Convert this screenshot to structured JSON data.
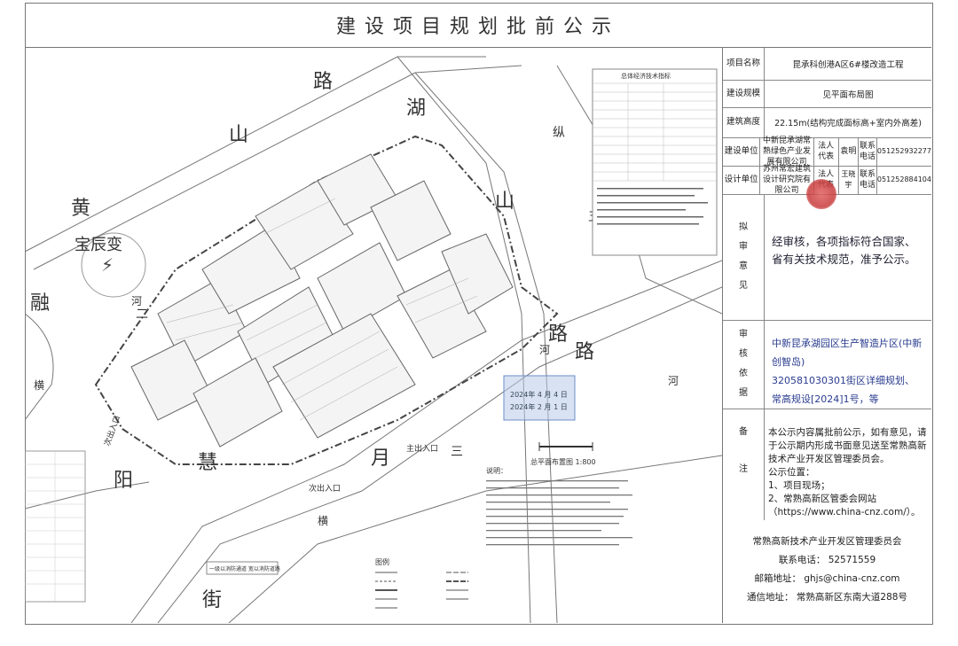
{
  "header": {
    "title": "建设项目规划批前公示"
  },
  "plan": {
    "roads": {
      "huangshan_road": [
        "黄",
        "山",
        "路"
      ],
      "hu_label": "湖",
      "zong_label": "纵",
      "shan_label": "山",
      "wu_label": "五",
      "rong_label": "融",
      "he_label": "河",
      "lu_label": "路",
      "heng_label": "横",
      "yang_label": "阳",
      "hui_label": "慧",
      "yue_label": "月",
      "jie_label": "街",
      "san_label": "三",
      "er_label": "二",
      "substation": "宝辰变"
    },
    "annotations": {
      "main_entrance": "主出入口",
      "exit_1": "次出入口",
      "exit_2": "次出入口",
      "scale_title": "总平面布置图 1:800",
      "notes_title": "说明：",
      "table_title": "总体经济技术指标",
      "legend_title": "图例",
      "small_label": "一级以消防通道 宽以消防道路",
      "stamp_date1": "2024年 4 月 4 日",
      "stamp_date2": "2024年 2 月 1 日"
    }
  },
  "info": {
    "project_name_label": "项目名称",
    "project_name": "昆承科创港A区6#楼改造工程",
    "scale_label": "建设规模",
    "scale_value": "见平面布局图",
    "height_label": "建筑高度",
    "height_value": "22.15m(结构完成面标高+室内外高差)",
    "builder_label": "建设单位",
    "builder_value": "中新昆承湖常熟绿色产业发展有限公司",
    "builder_rep_label": "法人代表",
    "builder_rep": "袁明",
    "builder_tel_label": "联系电话",
    "builder_tel": "051252932277",
    "designer_label": "设计单位",
    "designer_value": "苏州常宏建筑设计研究院有限公司",
    "designer_rep_label": "法人代表",
    "designer_rep": "王晓宇",
    "designer_tel_label": "联系电话",
    "designer_tel": "051252884104",
    "opinion_label": [
      "拟",
      "审",
      "意",
      "见"
    ],
    "opinion_text": "经审核，各项指标符合国家、省有关技术规范，准予公示。",
    "basis_label": [
      "审",
      "核",
      "依",
      "据"
    ],
    "basis_lines": [
      "中新昆承湖园区生产智造片区(中新创智岛)",
      "320581030301街区详细规划、",
      "常高规设[2024]1号，等"
    ],
    "remarks_label": [
      "备",
      "注"
    ],
    "remarks_text": "本公示内容属批前公示，如有意见，请于公示期内形成书面意见送至常熟高新技术产业开发区管理委员会。",
    "remarks_location_title": "公示位置：",
    "remarks_location_1": "1、项目现场；",
    "remarks_location_2": "2、常熟高新区管委会网站",
    "remarks_location_url": "（https://www.china-cnz.com/）。",
    "org_name": "常熟高新技术产业开发区管理委员会",
    "phone": "联系电话：  52571559",
    "email": "邮箱地址：  ghjs@china-cnz.com",
    "address": "通信地址：  常熟高新区东南大道288号"
  },
  "colors": {
    "stamp_red": "#c83a3a",
    "stamp_blue": "#6c8ec8",
    "line": "#555555"
  }
}
